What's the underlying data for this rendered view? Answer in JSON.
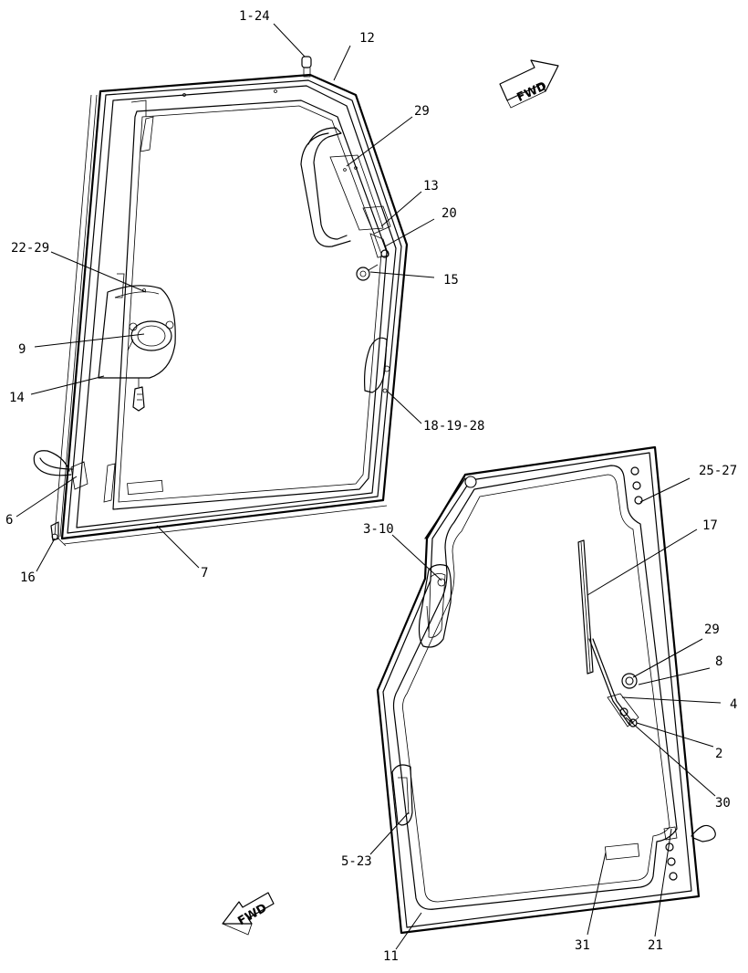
{
  "diagram": {
    "colors": {
      "line": "#000000",
      "background": "#ffffff"
    },
    "fwd_arrows": [
      {
        "label": "FWD"
      },
      {
        "label": "FWD"
      }
    ],
    "callouts": [
      {
        "id": "c-1-24",
        "label": "1-24"
      },
      {
        "id": "c-12",
        "label": "12"
      },
      {
        "id": "c-29-top",
        "label": "29"
      },
      {
        "id": "c-13",
        "label": "13"
      },
      {
        "id": "c-20",
        "label": "20"
      },
      {
        "id": "c-15",
        "label": "15"
      },
      {
        "id": "c-22-29",
        "label": "22-29"
      },
      {
        "id": "c-9",
        "label": "9"
      },
      {
        "id": "c-14",
        "label": "14"
      },
      {
        "id": "c-18-19-28",
        "label": "18-19-28"
      },
      {
        "id": "c-6",
        "label": "6"
      },
      {
        "id": "c-16",
        "label": "16"
      },
      {
        "id": "c-7",
        "label": "7"
      },
      {
        "id": "c-25-27",
        "label": "25-27"
      },
      {
        "id": "c-17",
        "label": "17"
      },
      {
        "id": "c-3-10",
        "label": "3-10"
      },
      {
        "id": "c-29-mid",
        "label": "29"
      },
      {
        "id": "c-8",
        "label": "8"
      },
      {
        "id": "c-4",
        "label": "4"
      },
      {
        "id": "c-2",
        "label": "2"
      },
      {
        "id": "c-30",
        "label": "30"
      },
      {
        "id": "c-5-23",
        "label": "5-23"
      },
      {
        "id": "c-31",
        "label": "31"
      },
      {
        "id": "c-21",
        "label": "21"
      },
      {
        "id": "c-11",
        "label": "11"
      }
    ]
  }
}
